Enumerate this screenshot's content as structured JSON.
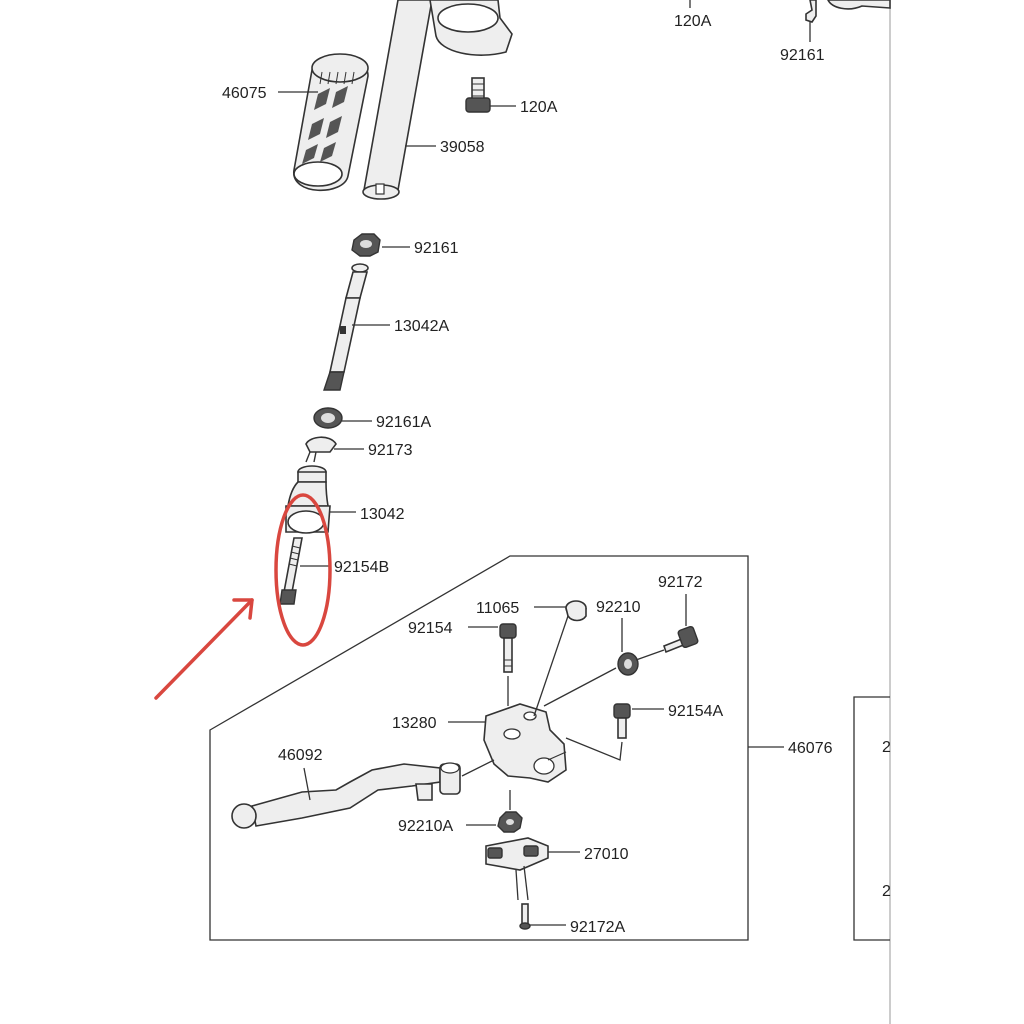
{
  "labels": {
    "grip": "46075",
    "handlebar": "39058",
    "bolt_top": "120A",
    "bolt_top_right": "120A",
    "nut_right": "92161",
    "nut": "92161",
    "shaft": "13042A",
    "bearing": "92161A",
    "circlip": "92173",
    "holder": "13042",
    "long_bolt": "92154B",
    "cap": "11065",
    "adjuster": "92210",
    "adjust_screw": "92172",
    "pivot_bolt": "92154",
    "bracket": "13280",
    "clamp_bolt": "92154A",
    "assembly": "46076",
    "lever": "46092",
    "lock_nut": "92210A",
    "switch": "27010",
    "switch_screw": "92172A",
    "right_box_top": "2",
    "right_box_bottom": "2"
  },
  "annotation": {
    "highlight_color": "#d9473f",
    "highlighted_part": "92154B"
  }
}
